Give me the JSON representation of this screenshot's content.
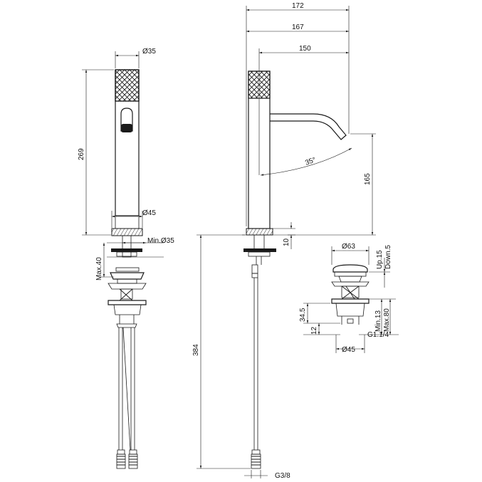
{
  "front_view": {
    "dia_top": "Ø35",
    "height": "269",
    "dia_base": "Ø45",
    "hole_min": "Min.Ø35",
    "max_thickness": "Max.40"
  },
  "side_view": {
    "width_172": "172",
    "width_167": "167",
    "width_150": "150",
    "angle": "35°",
    "spout_height": "165",
    "base_offset": "10",
    "total_height": "384",
    "connection": "G3/8"
  },
  "waste_view": {
    "dia_top": "Ø63",
    "up": "Up.15",
    "down": "Down.5",
    "height_345": "34.5",
    "height_12": "12",
    "min": "Min.13",
    "max": "Max.80",
    "thread": "G1.1/4",
    "dia_bottom": "Ø45"
  },
  "colors": {
    "line": "#1a1a1a",
    "background": "#ffffff"
  }
}
